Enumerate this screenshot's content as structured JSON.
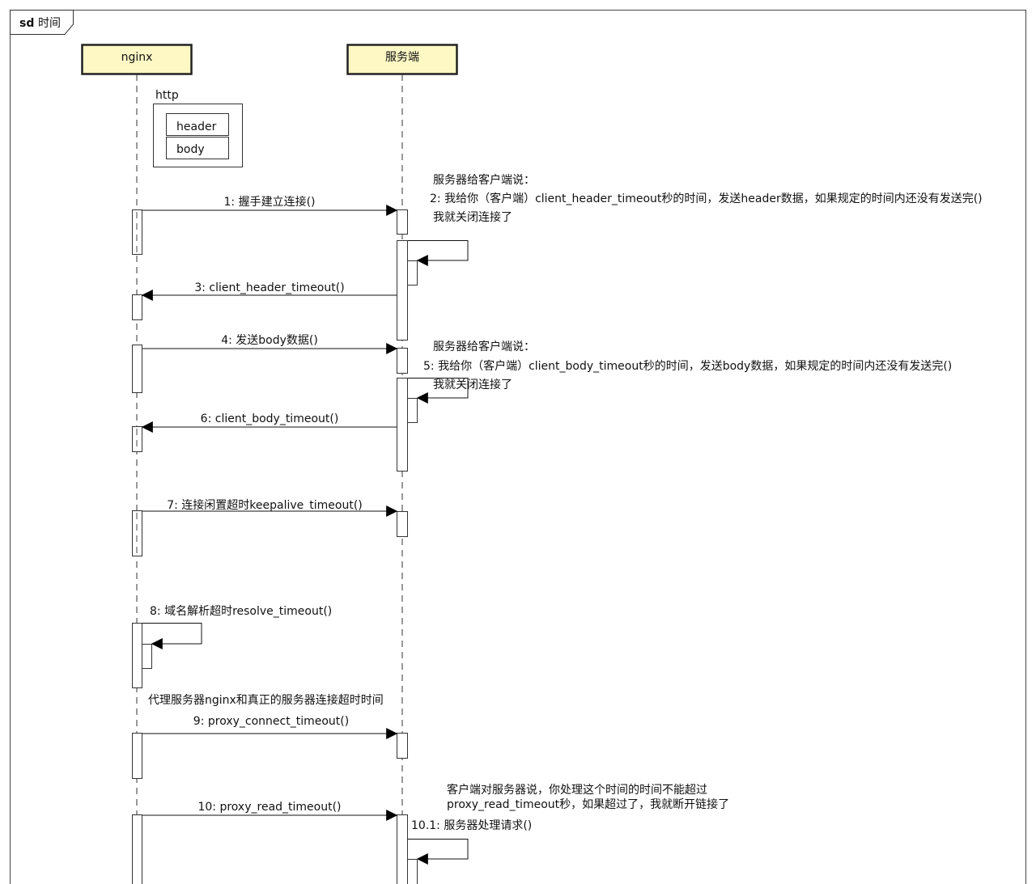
{
  "frame": {
    "tag_bold": "sd",
    "tag_text": "时间"
  },
  "participants": {
    "nginx": "nginx",
    "server": "服务端"
  },
  "http_box": {
    "label": "http",
    "rows": [
      "header",
      "body"
    ]
  },
  "messages": {
    "m1": "1: 握手建立连接()",
    "m2": "2: 我给你（客户端）client_header_timeout秒的时间，发送header数据，如果规定的时间内还没有发送完()",
    "m3": "3: client_header_timeout()",
    "m4": "4: 发送body数据()",
    "m5": "5: 我给你（客户端）client_body_timeout秒的时间，发送body数据，如果规定的时间内还没有发送完()",
    "m6": "6: client_body_timeout()",
    "m7": "7: 连接闲置超时keepalive_timeout()",
    "m8": "8: 域名解析超时resolve_timeout()",
    "m9": "9: proxy_connect_timeout()",
    "m10": "10: proxy_read_timeout()",
    "m10_1": "10.1: 服务器处理请求()"
  },
  "notes": {
    "n2_head": "服务器给客户端说：",
    "n2_tail": "我就关闭连接了",
    "n5_head": "服务器给客户端说：",
    "n5_tail": "我就关闭连接了",
    "n9": "代理服务器nginx和真正的服务器连接超时时间",
    "n10_line1": "客户端对服务器说，你处理这个时间的时间不能超过",
    "n10_line2": "proxy_read_timeout秒，如果超过了，我就断开链接了"
  }
}
